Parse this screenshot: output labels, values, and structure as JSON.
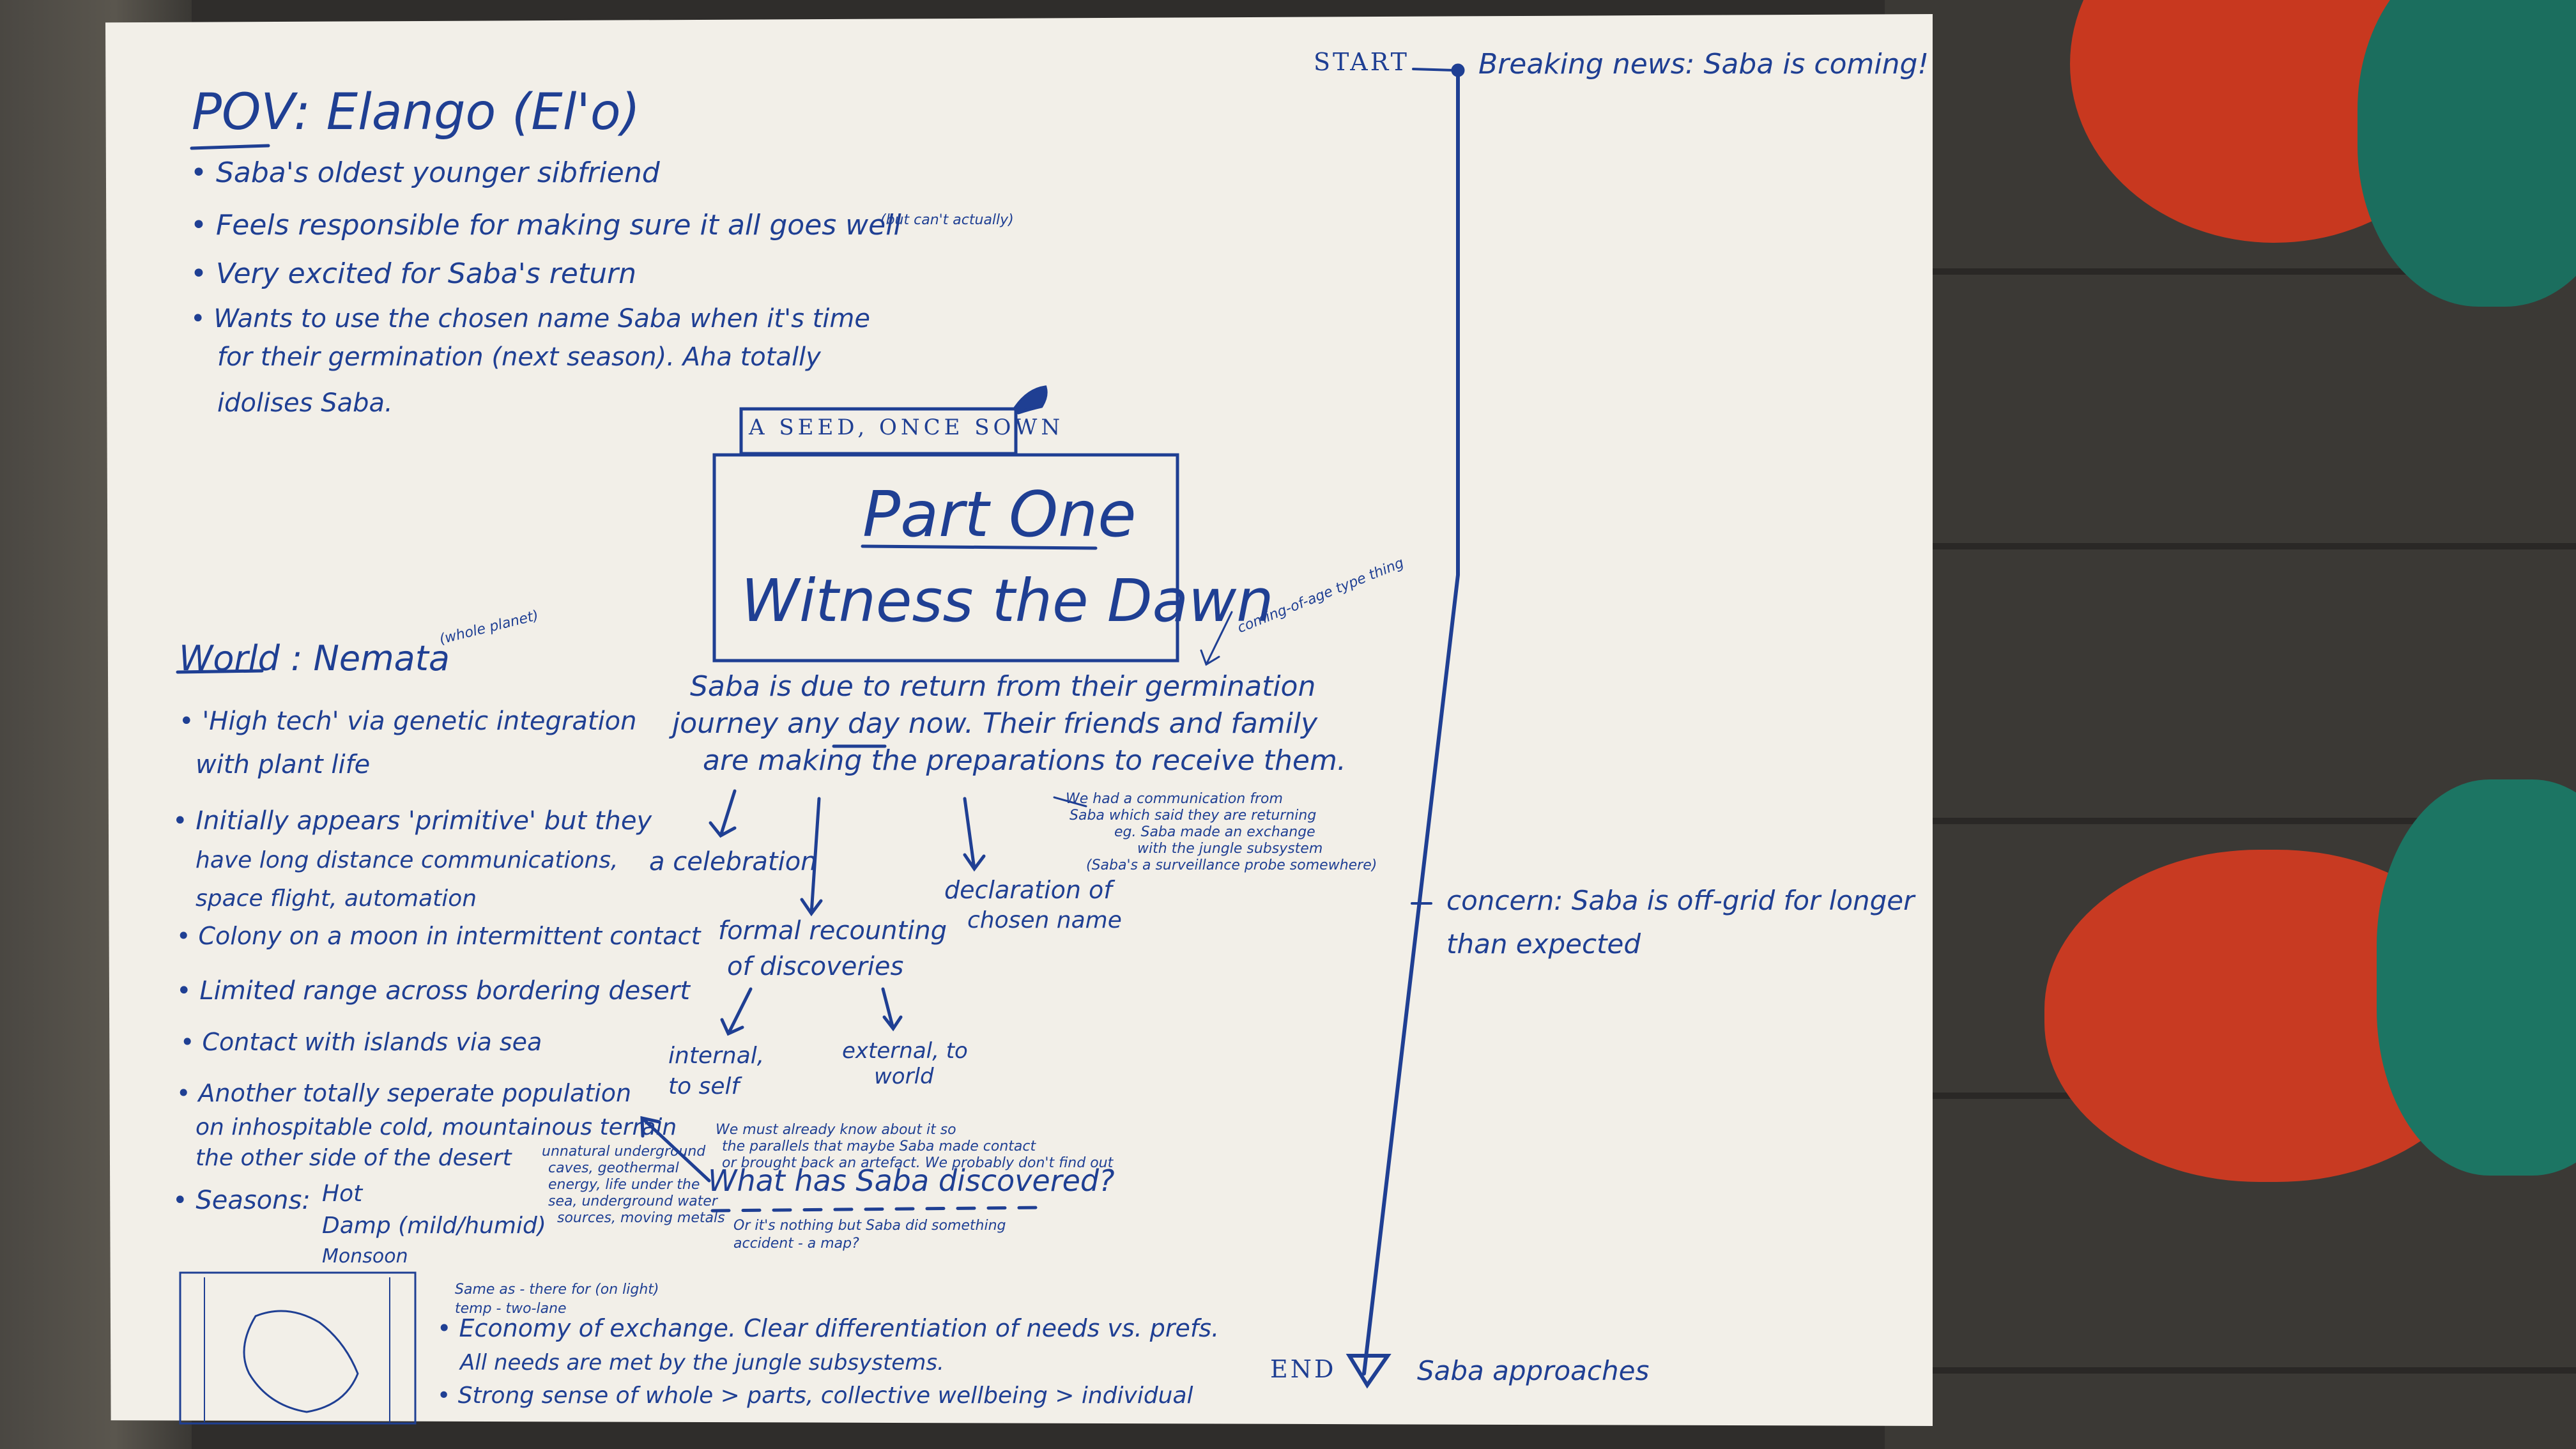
{
  "title_box": {
    "tab": "A SEED, ONCE SOWN",
    "part": "Part One",
    "subtitle": "Witness the Dawn"
  },
  "pov": {
    "label": "POV",
    "name": "Elango (El'o)",
    "bullets": [
      "Saba's oldest younger sibfriend",
      "Feels responsible for making sure it all goes well",
      "Very excited for Saba's return",
      "Wants to use the chosen name Saba when it's time",
      "for their germination (next season). Aha totally",
      "idolises Saba."
    ],
    "aside": "(but can't actually)"
  },
  "world": {
    "label": "World",
    "name": "Nemata",
    "aside": "(whole planet)",
    "bullets": [
      "'High tech' via genetic integration",
      "with plant life",
      "Initially appears 'primitive' but they",
      "have long distance communications,",
      "space flight, automation",
      "Colony on a moon in intermittent contact",
      "Limited range across bordering desert",
      "Contact with islands via sea",
      "Another totally seperate population",
      "on inhospitable cold, mountainous terrain",
      "the other side of the desert"
    ],
    "seasons_label": "Seasons:",
    "seasons": [
      "Hot",
      "Damp (mild/humid)",
      "Monsoon"
    ]
  },
  "plot": {
    "summary": [
      "Saba is due to return from their germination",
      "journey any day now. Their friends and family",
      "are making the preparations to receive them."
    ],
    "annotation": "coming-of-age type thing",
    "branches": {
      "celebration": "a celebration",
      "recounting": [
        "formal recounting",
        "of discoveries"
      ],
      "declaration": [
        "declaration of",
        "chosen name"
      ],
      "internal": [
        "internal,",
        "to self"
      ],
      "external": [
        "external, to",
        "world"
      ]
    },
    "note_right": [
      "We had a communication from",
      "Saba which said they are returning",
      "eg. Saba made an exchange",
      "with the jungle subsystem",
      "(Saba's a surveillance probe somewhere)"
    ],
    "question": "What has Saba discovered?",
    "q_note_top": [
      "We must already know about it so",
      "the parallels that maybe Saba made contact",
      "or brought back an artefact. We probably don't find out"
    ],
    "q_note_bottom": [
      "Or it's nothing but Saba did something",
      "accident - a map?"
    ],
    "q_note_left": [
      "unnatural underground",
      "caves, geothermal",
      "energy, life under the",
      "sea, underground water",
      "sources, moving metals"
    ]
  },
  "economy": {
    "map_note": [
      "Same as - there for (on light)",
      "temp - two-lane"
    ],
    "bullets": [
      "Economy of exchange. Clear differentiation of needs vs. prefs.",
      "All needs are met by the jungle subsystems.",
      "Strong sense of whole > parts, collective wellbeing > individual"
    ]
  },
  "timeline": {
    "start_label": "START",
    "start_event": "Breaking news: Saba is coming!",
    "mid_event": [
      "concern: Saba is off-grid for longer",
      "than expected"
    ],
    "end_label": "END",
    "end_event": "Saba approaches"
  },
  "colors": {
    "ink": "#1f3f93",
    "paper": "#f2efe8",
    "sock_red": "#c8381f",
    "sock_teal": "#1b6e5e"
  }
}
